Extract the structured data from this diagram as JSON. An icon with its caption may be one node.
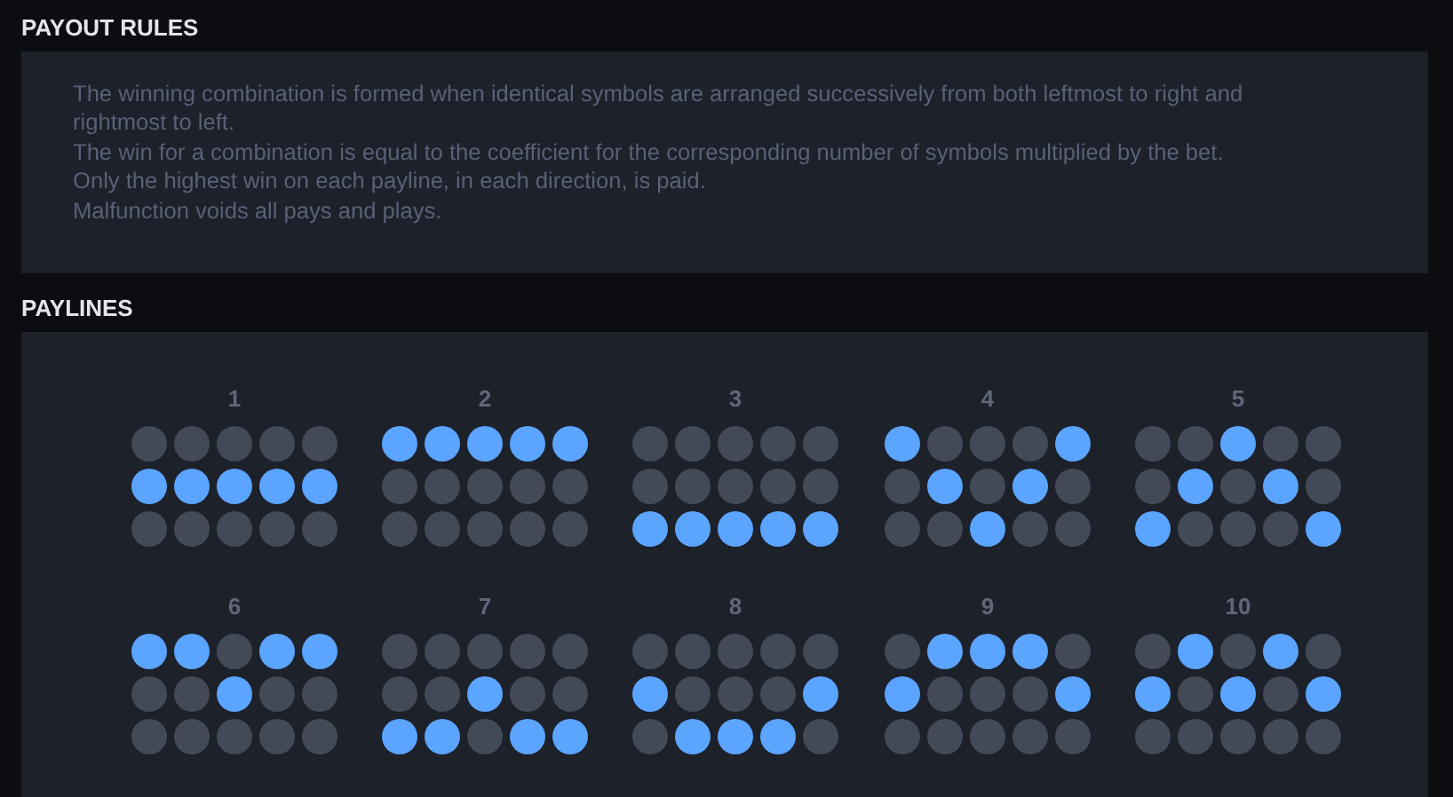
{
  "diagram": {
    "nodes": [
      {
        "text": [
          "PAYOUT RULES",
          "The winning combination is formed when identical symbols are arranged successively from both leftmost to right and rightmost to left.",
          "The win for a combination is equal to the coefficient for the corresponding number of symbols multiplied by the bet.",
          "Only the highest win on each payline, in each direction, is paid.",
          "Malfunction voids all pays and plays."
        ]
      },
      {
        "text": [
          "PAYLINES"
        ]
      },
      {
        "text": [
          "1"
        ],
        "in": 1
      },
      {
        "text": [
          "2"
        ],
        "in": 1
      },
      {
        "text": [
          "3"
        ],
        "in": 1
      },
      {
        "text": [
          "4"
        ],
        "in": 1
      },
      {
        "text": [
          "5"
        ],
        "in": 1
      },
      {
        "text": [
          "6"
        ],
        "in": 1
      },
      {
        "text": [
          "7"
        ],
        "in": 1
      },
      {
        "text": [
          "8"
        ],
        "in": 1
      },
      {
        "text": [
          "9"
        ],
        "in": 1
      },
      {
        "text": [
          "10"
        ],
        "in": 1
      }
    ]
  }
}
